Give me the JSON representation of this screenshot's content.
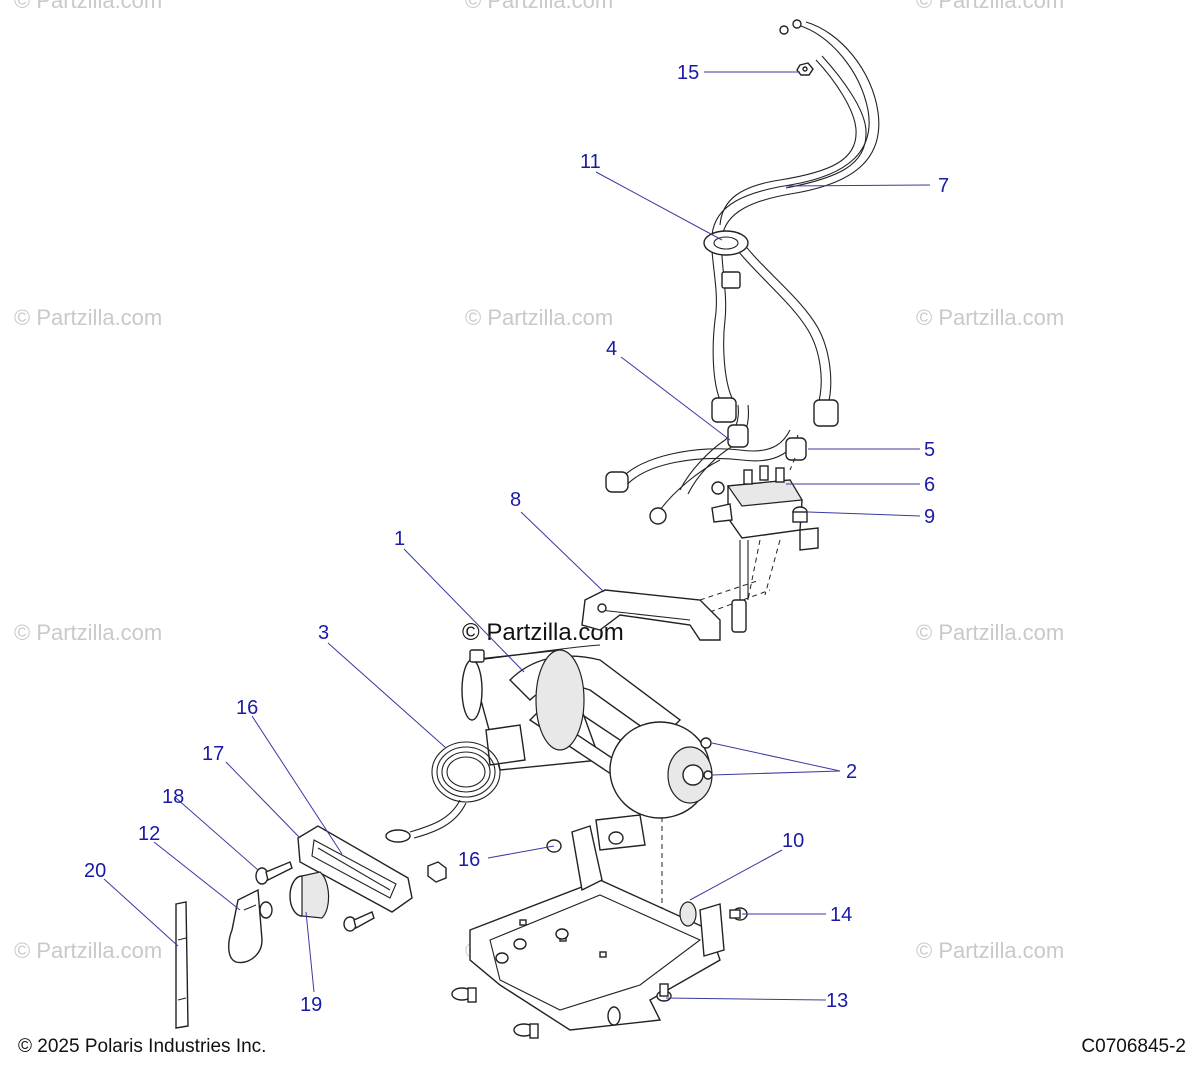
{
  "watermark": "© Partzilla.com",
  "watermark_main": "© Partzilla.com",
  "callouts": {
    "c1": "1",
    "c2": "2",
    "c3": "3",
    "c4": "4",
    "c5": "5",
    "c6": "6",
    "c7": "7",
    "c8": "8",
    "c9": "9",
    "c10": "10",
    "c11": "11",
    "c12": "12",
    "c13": "13",
    "c14": "14",
    "c15": "15",
    "c16a": "16",
    "c16b": "16",
    "c17": "17",
    "c18": "18",
    "c19": "19",
    "c20": "20"
  },
  "footer": {
    "copyright": "© 2025 Polaris Industries Inc.",
    "diagram_code": "C0706845-2"
  }
}
